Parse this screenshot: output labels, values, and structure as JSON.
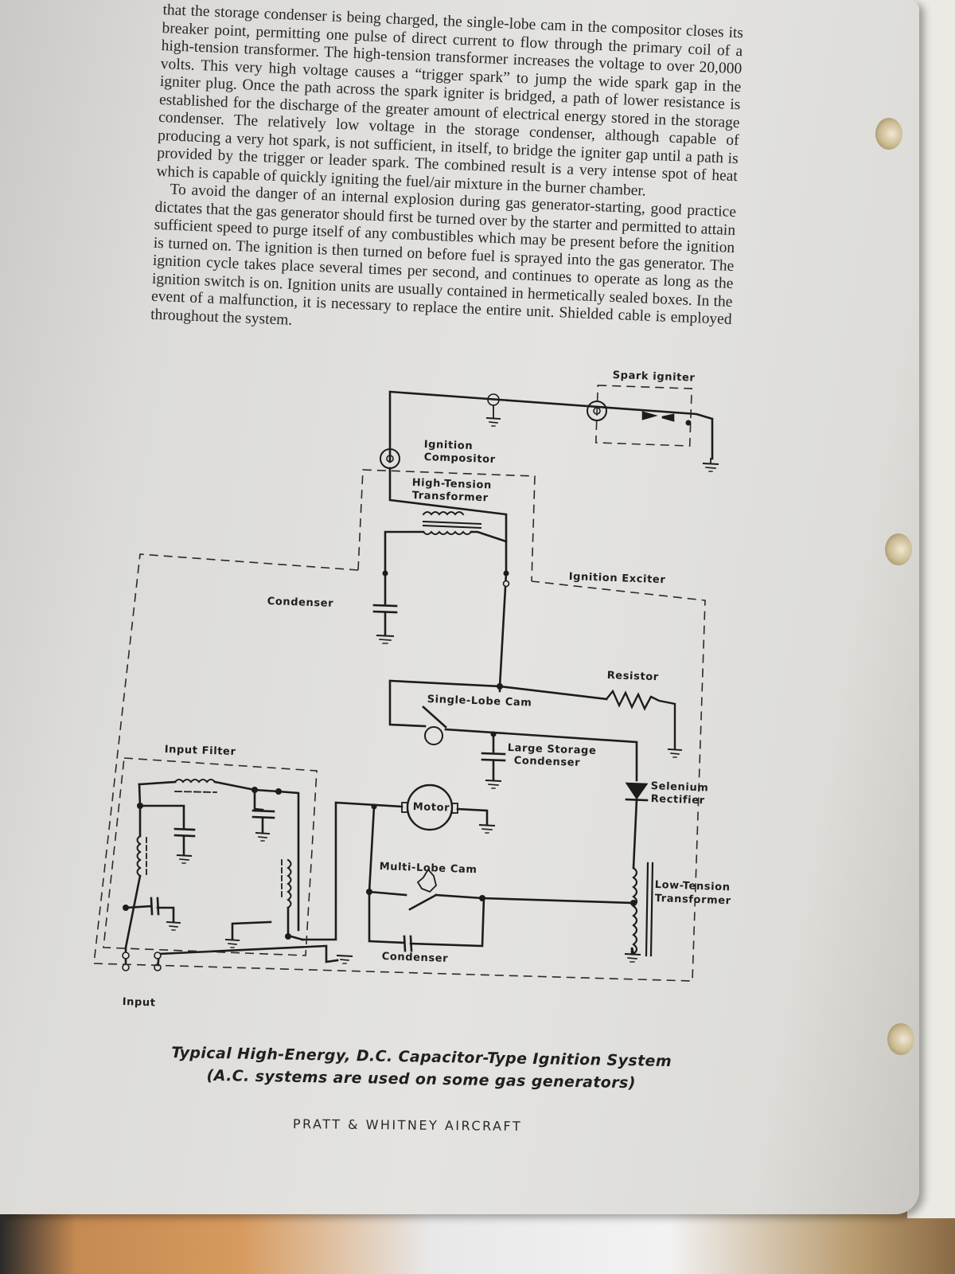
{
  "body_paragraphs": [
    "that the storage condenser is being charged, the single-lobe cam in the compositor closes its breaker point, permitting one pulse of direct current to flow through the primary coil of a high-tension transformer. The high-tension transformer increases the voltage to over 20,000 volts. This very high voltage causes a “trigger spark” to jump the wide spark gap in the igniter plug. Once the path across the spark igniter is bridged, a path of lower resistance is established for the discharge of the greater amount of electrical energy stored in the storage condenser. The relatively low voltage in the storage condenser, although capable of producing a very hot spark, is not sufficient, in itself, to bridge the igniter gap until a path is provided by the trigger or leader spark. The combined result is a very intense spot of heat which is capable of quickly igniting the fuel/air mixture in the burner chamber.",
    "To avoid the danger of an internal explosion during gas generator-starting, good practice dictates that the gas generator should first be turned over by the starter and permitted to attain sufficient speed to purge itself of any combustibles which may be present before the ignition is turned on. The ignition is then turned on before fuel is sprayed into the gas generator. The ignition cycle takes place several times per second, and continues to operate as long as the ignition switch is on. Ignition units are usually contained in hermetically sealed boxes. In the event of a malfunction, it is necessary to replace the entire unit. Shielded cable is employed throughout the system."
  ],
  "diagram": {
    "spark_igniter": "Spark igniter",
    "ignition_compositor_1": "Ignition",
    "ignition_compositor_2": "Compositor",
    "high_tension_1": "High-Tension",
    "high_tension_2": "Transformer",
    "ignition_exciter": "Ignition  Exciter",
    "condenser_top": "Condenser",
    "resistor": "Resistor",
    "single_lobe_cam": "Single-Lobe Cam",
    "large_storage_1": "Large Storage",
    "large_storage_2": "Condenser",
    "input_filter": "Input  Filter",
    "selenium_1": "Selenium",
    "selenium_2": "Rectifier",
    "motor": "Motor",
    "multi_lobe_cam": "Multi-Lobe Cam",
    "low_tension_1": "Low-Tension",
    "low_tension_2": "Transformer",
    "condenser_bottom": "Condenser",
    "input": "Input"
  },
  "caption_line1": "Typical High-Energy, D.C. Capacitor-Type Ignition System",
  "caption_line2": "(A.C. systems are used on some gas generators)",
  "footer": "PRATT & WHITNEY AIRCRAFT"
}
